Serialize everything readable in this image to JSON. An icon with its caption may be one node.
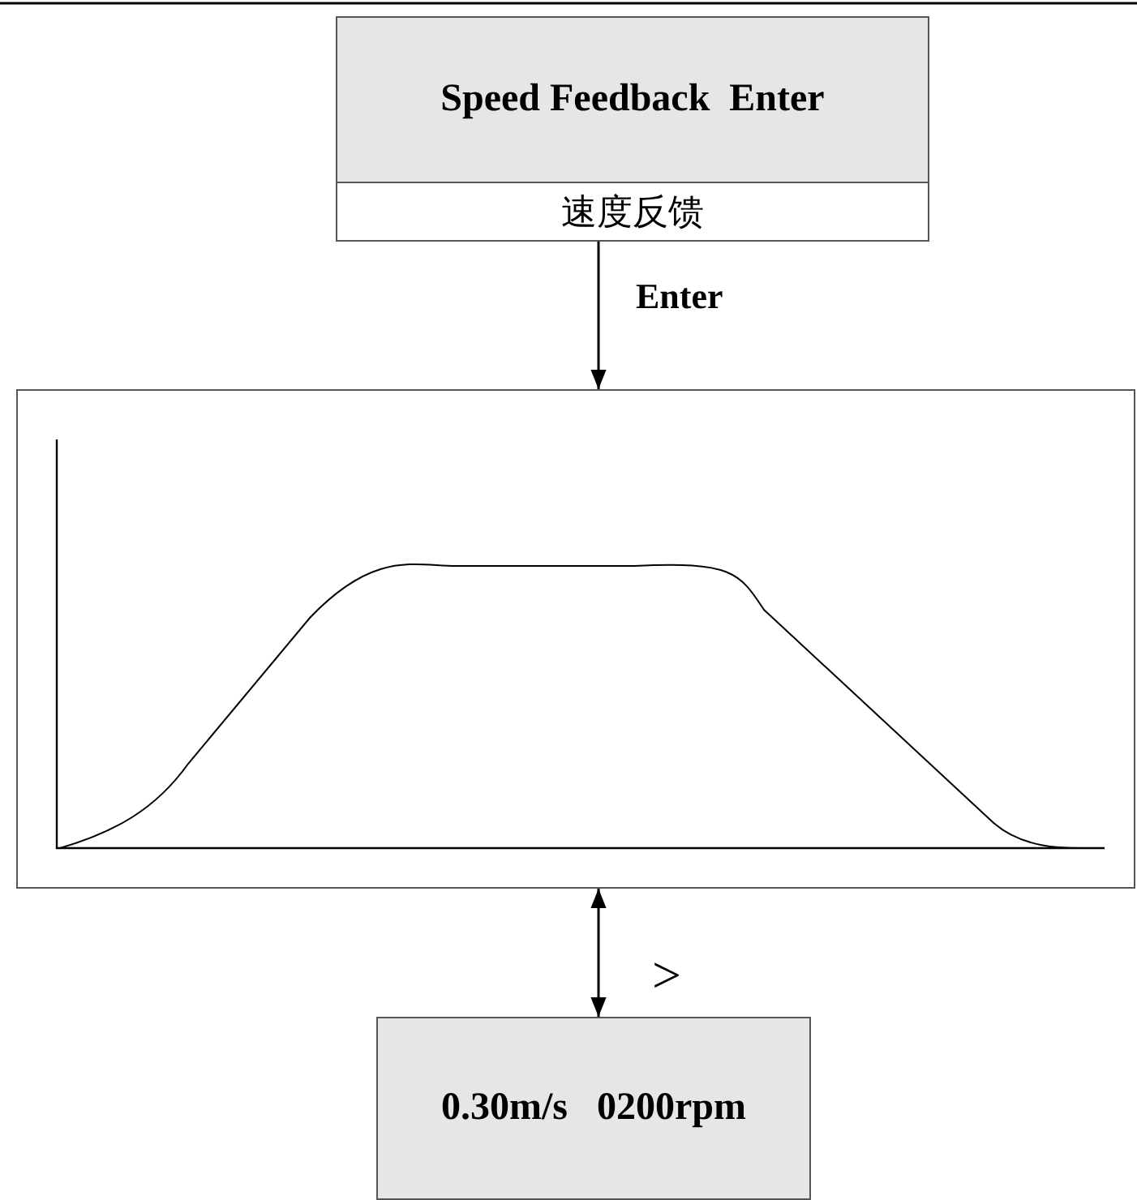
{
  "diagram": {
    "nodes": [
      {
        "text": [
          "Speed Feedback  Enter",
          "速度反馈"
        ]
      },
      {
        "text": [],
        "shape": "picture"
      },
      {
        "text": [
          "0.30m/s   0200rpm"
        ]
      }
    ],
    "edges": [
      {
        "from": 0,
        "to": 1,
        "arrow": "to",
        "label": "Enter"
      },
      {
        "from": 1,
        "to": 2,
        "arrow": "both",
        "label": ">"
      }
    ]
  }
}
